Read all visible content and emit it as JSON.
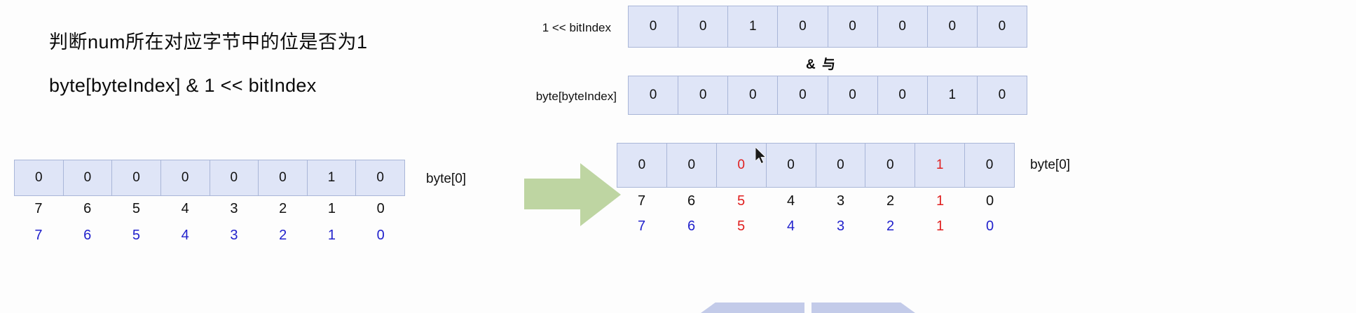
{
  "headline": {
    "line1": "判断num所在对应字节中的位是否为1",
    "line2": "byte[byteIndex] & 1 << bitIndex"
  },
  "operator": {
    "symbol": "& 与"
  },
  "tables": {
    "shift": {
      "label": "1 << bitIndex",
      "bits": [
        "0",
        "0",
        "1",
        "0",
        "0",
        "0",
        "0",
        "0"
      ],
      "bit_colors": [
        "black",
        "black",
        "black",
        "black",
        "black",
        "black",
        "black",
        "black"
      ]
    },
    "byte_index": {
      "label": "byte[byteIndex]",
      "bits": [
        "0",
        "0",
        "0",
        "0",
        "0",
        "0",
        "1",
        "0"
      ],
      "bit_colors": [
        "black",
        "black",
        "black",
        "black",
        "black",
        "black",
        "black",
        "black"
      ]
    },
    "source_byte": {
      "bits": [
        "0",
        "0",
        "0",
        "0",
        "0",
        "0",
        "1",
        "0"
      ],
      "bit_colors": [
        "black",
        "black",
        "black",
        "black",
        "black",
        "black",
        "black",
        "black"
      ],
      "index_row": [
        "7",
        "6",
        "5",
        "4",
        "3",
        "2",
        "1",
        "0"
      ],
      "index_row_colors": [
        "black",
        "black",
        "black",
        "black",
        "black",
        "black",
        "black",
        "black"
      ],
      "bit_position_row": [
        "7",
        "6",
        "5",
        "4",
        "3",
        "2",
        "1",
        "0"
      ],
      "bit_position_row_colors": [
        "blue",
        "blue",
        "blue",
        "blue",
        "blue",
        "blue",
        "blue",
        "blue"
      ]
    },
    "result_byte": {
      "label": "byte[0]",
      "bits": [
        "0",
        "0",
        "0",
        "0",
        "0",
        "0",
        "1",
        "0"
      ],
      "bit_colors": [
        "black",
        "black",
        "red",
        "black",
        "black",
        "black",
        "red",
        "black"
      ],
      "index_row": [
        "7",
        "6",
        "5",
        "4",
        "3",
        "2",
        "1",
        "0"
      ],
      "index_row_colors": [
        "black",
        "black",
        "red",
        "black",
        "black",
        "black",
        "red",
        "black"
      ],
      "bit_position_row": [
        "7",
        "6",
        "5",
        "4",
        "3",
        "2",
        "1",
        "0"
      ],
      "bit_position_row_colors": [
        "blue",
        "blue",
        "red",
        "blue",
        "blue",
        "blue",
        "red",
        "blue"
      ]
    }
  },
  "arrow": {
    "source_label": "byte[0]",
    "color": "#bed5a2"
  },
  "colors": {
    "cell_fill": "#dfe5f7",
    "cell_border": "#a9b6d8",
    "highlight_red": "#e02020",
    "index_blue": "#2222cc",
    "arrow_green": "#bed5a2",
    "deco_periwinkle": "#c3cbe9"
  }
}
